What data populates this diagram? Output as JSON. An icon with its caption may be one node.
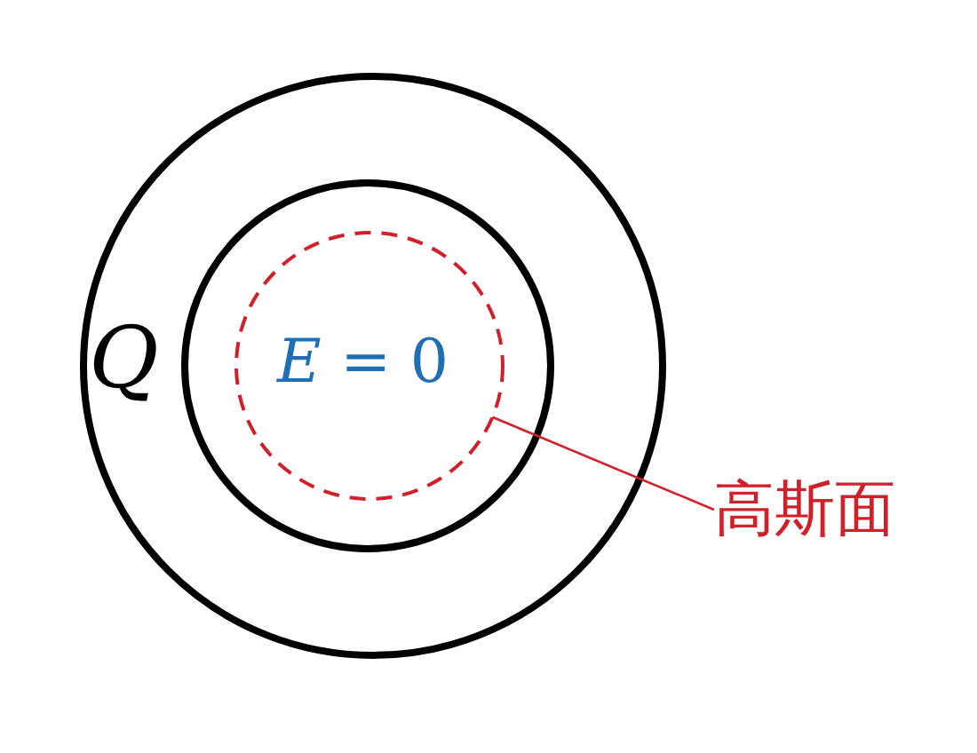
{
  "diagram": {
    "nodes": [
      {
        "text": [
          "高斯面"
        ]
      },
      {
        "text": [],
        "shape": "circle"
      }
    ],
    "edges": [
      {
        "from": 0,
        "to": 1,
        "arrow": "none"
      }
    ],
    "labels": [
      "Q",
      "*E* = 0"
    ]
  }
}
